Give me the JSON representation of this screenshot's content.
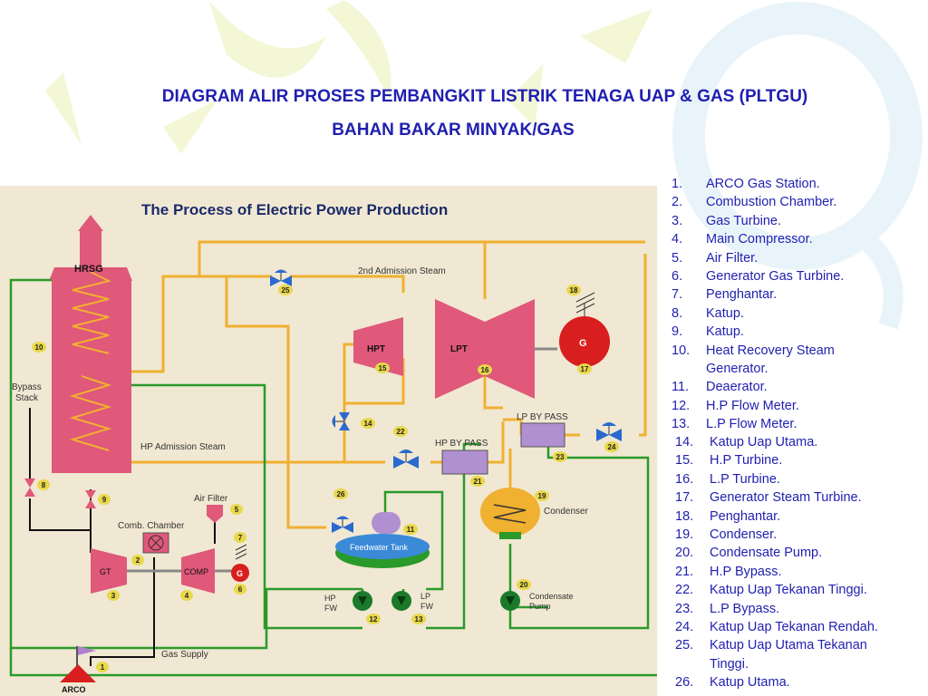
{
  "title": {
    "line1": "DIAGRAM ALIR PROSES PEMBANGKIT LISTRIK TENAGA UAP & GAS (PLTGU)",
    "line2": "BAHAN BAKAR MINYAK/GAS"
  },
  "diagram": {
    "heading": "The Process of Electric Power Production",
    "labels": {
      "hrsg": "HRSG",
      "second_admission": "2nd Admission Steam",
      "hp_admission": "HP Admission Steam",
      "bypass_stack": "Bypass\nStack",
      "air_filter": "Air Filter",
      "comb_chamber": "Comb. Chamber",
      "gt": "GT",
      "comp": "COMP",
      "g": "G",
      "hpt": "HPT",
      "lpt": "LPT",
      "lp_by_pass": "LP BY PASS",
      "hp_by_pass": "HP BY PASS",
      "condenser": "Condenser",
      "feedwater_tank": "Feedwater Tank",
      "hp_fw": "HP\nFW",
      "lp_fw": "LP\nFW",
      "condensate_pump": "Condensate\nPump",
      "gas_supply": "Gas Supply",
      "arco": "ARCO"
    }
  },
  "legend": [
    {
      "num": "1.",
      "text": "ARCO Gas Station."
    },
    {
      "num": "2.",
      "text": "Combustion Chamber."
    },
    {
      "num": "3.",
      "text": "Gas Turbine."
    },
    {
      "num": "4.",
      "text": "Main Compressor."
    },
    {
      "num": "5.",
      "text": "Air Filter."
    },
    {
      "num": "6.",
      "text": "Generator Gas Turbine."
    },
    {
      "num": "7.",
      "text": "Penghantar."
    },
    {
      "num": "8.",
      "text": "Katup."
    },
    {
      "num": "9.",
      "text": "Katup."
    },
    {
      "num": "10.",
      "text": "Heat Recovery Steam",
      "cont": "Generator."
    },
    {
      "num": "11.",
      "text": "Deaerator."
    },
    {
      "num": "12.",
      "text": "H.P Flow Meter."
    },
    {
      "num": "13.",
      "text": "L.P Flow Meter."
    }
  ],
  "legend2": [
    {
      "num": "14.",
      "text": "Katup Uap Utama."
    },
    {
      "num": "15.",
      "text": "H.P Turbine."
    },
    {
      "num": "16.",
      "text": "L.P Turbine."
    },
    {
      "num": "17.",
      "text": "Generator Steam Turbine."
    },
    {
      "num": "18.",
      "text": "Penghantar."
    },
    {
      "num": "19.",
      "text": "Condenser."
    },
    {
      "num": "20.",
      "text": "Condensate Pump."
    },
    {
      "num": "21.",
      "text": "H.P Bypass."
    },
    {
      "num": "22.",
      "text": "Katup Uap Tekanan Tinggi."
    },
    {
      "num": "23.",
      "text": "L.P Bypass."
    },
    {
      "num": "24.",
      "text": "Katup Uap Tekanan Rendah."
    },
    {
      "num": "25.",
      "text": "Katup Uap Utama Tekanan",
      "cont": "Tinggi."
    },
    {
      "num": "26.",
      "text": "Katup Utama."
    }
  ],
  "colors": {
    "title": "#1f1fb0",
    "steam_line": "#f0b030",
    "water_line": "#2a9a2a",
    "gas_line": "#111111",
    "hrsg": "#e0587a",
    "valve": "#2a6ad0",
    "panel_bg": "#f0e8d2",
    "number_badge": "#e8d84a"
  }
}
